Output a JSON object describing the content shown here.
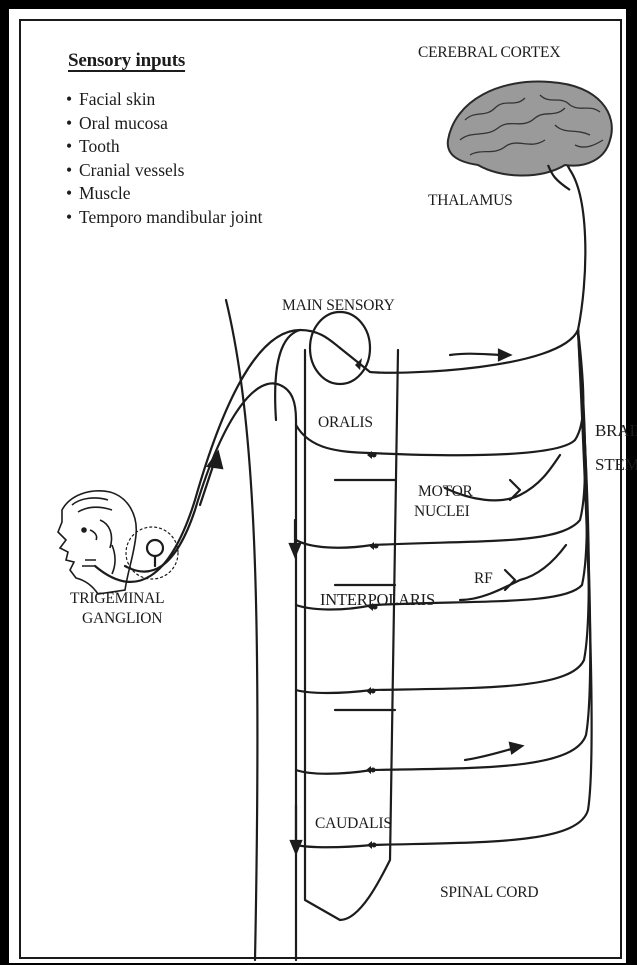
{
  "sensory_inputs": {
    "heading": "Sensory inputs",
    "items": [
      "Facial skin",
      "Oral mucosa",
      "Tooth",
      "Cranial vessels",
      "Muscle",
      "Temporo mandibular joint"
    ]
  },
  "labels": {
    "cerebral_cortex": "CEREBRAL CORTEX",
    "thalamus": "THALAMUS",
    "main_sensory": "MAIN SENSORY",
    "oralis": "ORALIS",
    "motor_line1": "MOTOR",
    "motor_line2": "NUCLEI",
    "rf": "RF",
    "interpolaris": "INTERPOLARIS",
    "trigeminal_line1": "TRIGEMINAL",
    "trigeminal_line2": "GANGLION",
    "caudalis": "CAUDALIS",
    "spinal_cord": "SPINAL CORD",
    "brain": "BRAIN",
    "stem": "STEM"
  },
  "colors": {
    "ink": "#1c1c1c",
    "frame": "#000000",
    "background": "#ffffff"
  }
}
